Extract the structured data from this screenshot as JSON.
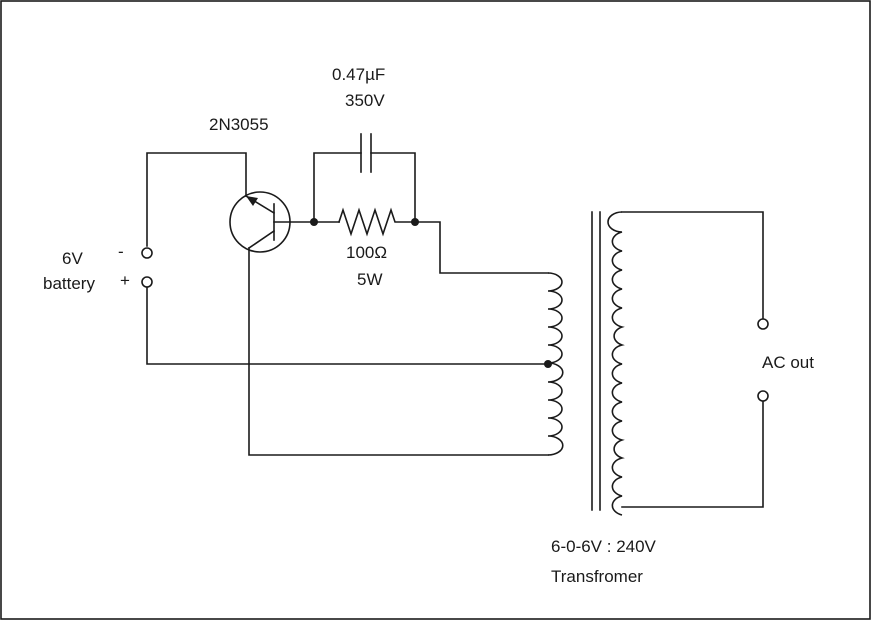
{
  "transistor": {
    "label": "2N3055"
  },
  "capacitor": {
    "value": "0.47µF",
    "voltage": "350V"
  },
  "resistor": {
    "value": "100Ω",
    "power": "5W"
  },
  "battery": {
    "label": "6V",
    "sublabel": "battery",
    "minus": "-",
    "plus": "+"
  },
  "output": {
    "label": "AC out"
  },
  "transformer": {
    "rating": "6-0-6V : 240V",
    "label": "Transfromer"
  },
  "colors": {
    "line": "#1a1a1a",
    "background": "#ffffff"
  }
}
